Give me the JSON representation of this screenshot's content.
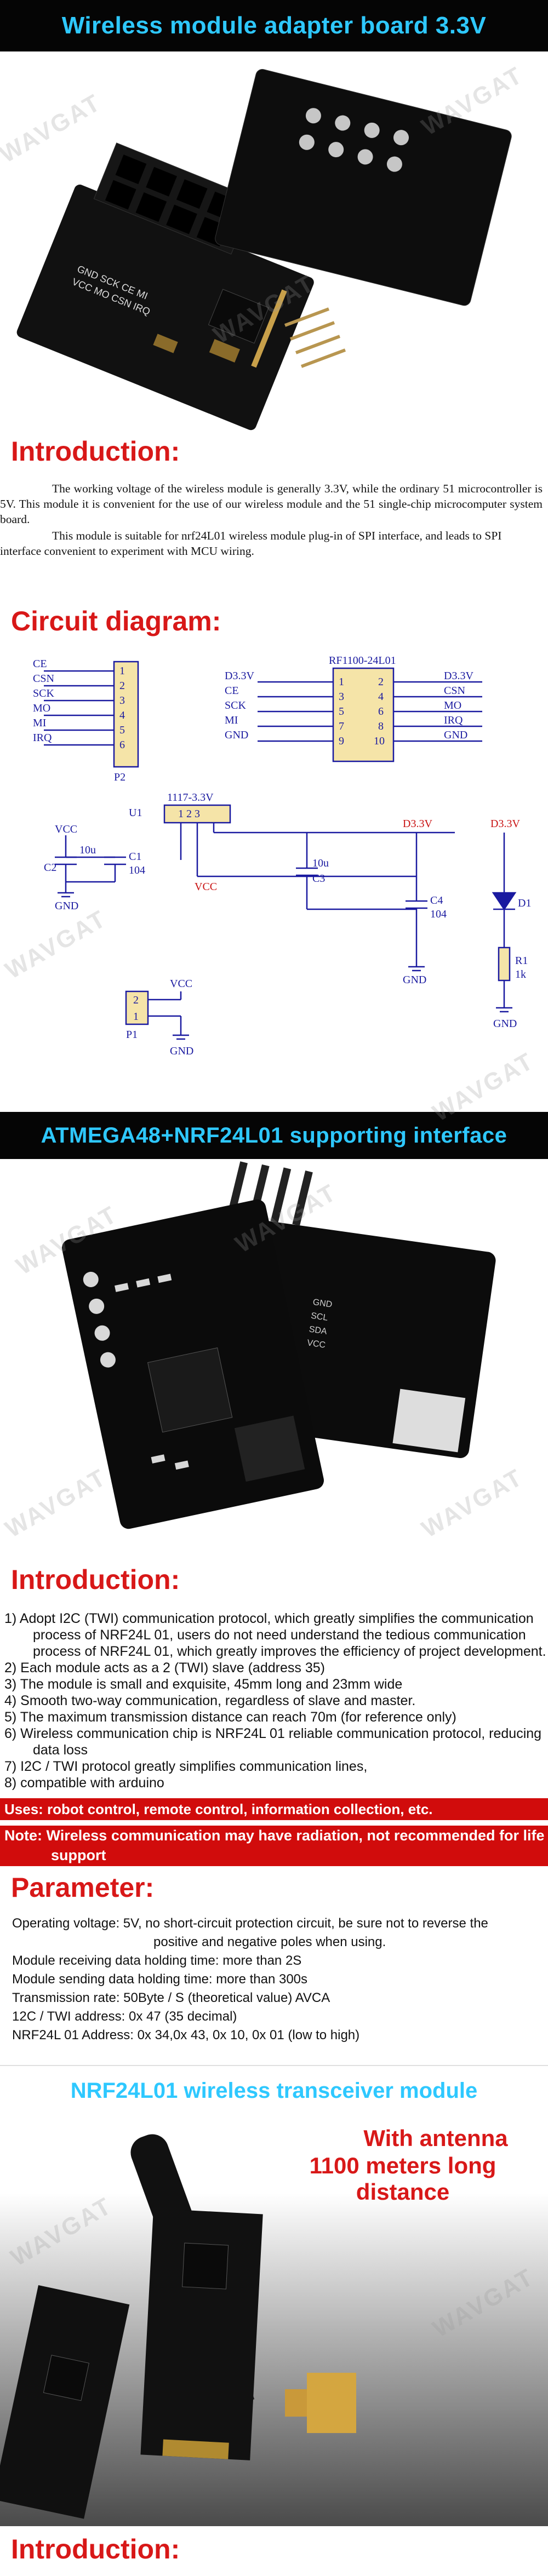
{
  "banner1": {
    "title": "Wireless module adapter board 3.3V"
  },
  "intro1": {
    "heading": "Introduction:",
    "p1": "The working voltage of the wireless module is generally 3.3V, while the ordinary 51 microcontroller is 5V. This module it is convenient for the use of our wireless module and the 51 single-chip microcomputer system board.",
    "p2": "This module is suitable for nrf24L01 wireless module plug-in of SPI interface, and leads to SPI interface convenient to experiment with MCU wiring."
  },
  "circuit": {
    "heading": "Circuit diagram:",
    "p2_pins": [
      "CE",
      "CSN",
      "SCK",
      "MO",
      "MI",
      "IRQ"
    ],
    "p2_nums": [
      "1",
      "2",
      "3",
      "4",
      "5",
      "6"
    ],
    "p2_label": "P2",
    "rf_title": "RF1100-24L01",
    "rf_left": [
      "D3.3V",
      "CE",
      "SCK",
      "MI",
      "GND"
    ],
    "rf_right": [
      "D3.3V",
      "CSN",
      "MO",
      "IRQ",
      "GND"
    ],
    "rf_left_nums": [
      "1",
      "3",
      "5",
      "7",
      "9"
    ],
    "rf_right_nums": [
      "2",
      "4",
      "6",
      "8",
      "10"
    ],
    "u1": "U1",
    "reg": "1117-3.3V",
    "reg_pins": "1 2 3",
    "vcc": "VCC",
    "gnd": "GND",
    "d33": "D3.3V",
    "c1": "C1",
    "c1v": "104",
    "c2": "C2",
    "c2v": "10u",
    "c3": "C3",
    "c3v": "10u",
    "c4": "C4",
    "c4v": "104",
    "d1": "D1",
    "r1": "R1",
    "r1v": "1k",
    "p1": "P1",
    "p1_nums": [
      "2",
      "1"
    ]
  },
  "banner2": {
    "title": "ATMEGA48+NRF24L01 supporting interface"
  },
  "intro2": {
    "heading": "Introduction:",
    "items": [
      "1) Adopt I2C (TWI) communication protocol, which greatly simplifies the communication",
      "process of NRF24L 01, users do not need understand the tedious communication",
      "process of NRF24L 01, which greatly improves the efficiency of project development.",
      "2) Each module acts as a 2 (TWI) slave (address 35)",
      "3) The module is small and exquisite, 45mm long and 23mm wide",
      "4) Smooth two-way communication, regardless of slave and master.",
      "5) The maximum transmission distance can reach 70m (for reference only)",
      "6) Wireless communication chip is NRF24L 01 reliable communication protocol, reducing",
      "data loss",
      "7) I2C / TWI protocol greatly simplifies communication lines,",
      "8) compatible with arduino"
    ],
    "uses": "Uses: robot control, remote control, information collection, etc.",
    "note1": "Note: Wireless communication may have radiation, not recommended for life",
    "note2": "support"
  },
  "param": {
    "heading": "Parameter:",
    "lines": [
      "Operating voltage: 5V, no short-circuit protection circuit, be sure not to reverse the",
      "positive and negative poles when using.",
      "Module receiving data holding time: more than 2S",
      "Module sending data holding time: more than 300s",
      "Transmission rate: 50Byte / S (theoretical value) AVCA",
      "12C / TWI address: 0x 47 (35 decimal)",
      "NRF24L 01 Address: 0x 34,0x 43, 0x 10, 0x 01 (low to high)"
    ]
  },
  "banner3": {
    "title": "NRF24L01 wireless transceiver module"
  },
  "antenna": {
    "line1": "With antenna",
    "line2": "1100 meters long distance"
  },
  "intro3": {
    "heading": "Introduction:"
  },
  "watermark": "WAVGAT",
  "colors": {
    "banner_bg": "#050505",
    "banner_text": "#2ec8ff",
    "heading_red": "#d81818",
    "redbar": "#d10c0c",
    "schematic": "#1a1aa0",
    "schematic_red": "#c81010",
    "pin_box": "#f5e4a8"
  }
}
